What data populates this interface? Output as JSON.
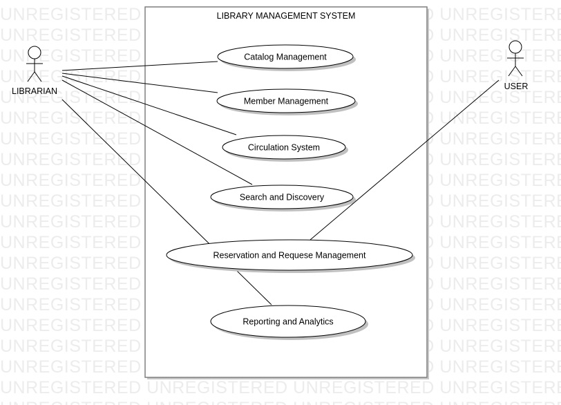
{
  "watermark_text": "UNREGISTERED",
  "system": {
    "title": "LIBRARY MANAGEMENT SYSTEM"
  },
  "actors": {
    "librarian": {
      "label": "LIBRARIAN"
    },
    "user": {
      "label": "USER"
    }
  },
  "use_cases": [
    {
      "label": "Catalog Management"
    },
    {
      "label": "Member Management"
    },
    {
      "label": "Circulation System"
    },
    {
      "label": "Search and Discovery"
    },
    {
      "label": "Reservation and Requese Management"
    },
    {
      "label": "Reporting and Analytics"
    }
  ],
  "colors": {
    "line": "#000000",
    "boundary": "#7f7f7f",
    "fill": "#ffffff",
    "shadow": "#b3b3b3",
    "watermark": "#ececec"
  }
}
